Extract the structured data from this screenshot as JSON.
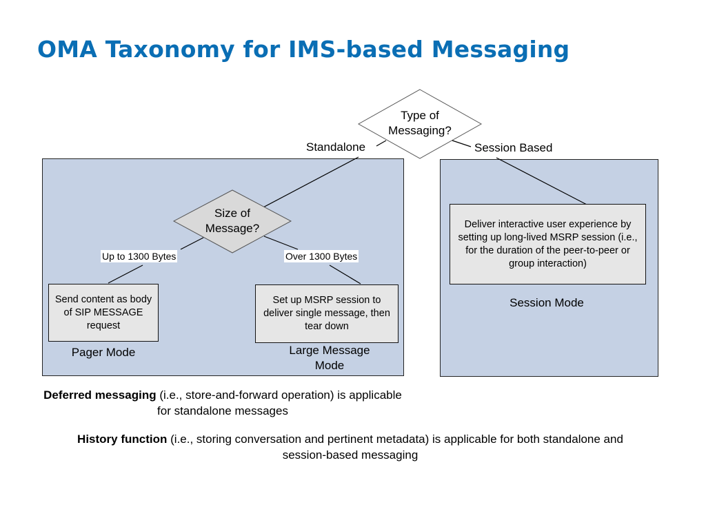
{
  "title": "OMA Taxonomy for IMS-based Messaging",
  "root": {
    "line1": "Type of",
    "line2": "Messaging?"
  },
  "branches": {
    "standalone": "Standalone",
    "session_based": "Session Based"
  },
  "size": {
    "line1": "Size of",
    "line2": "Message?"
  },
  "size_branches": {
    "small": "Up to 1300 Bytes",
    "large": "Over 1300 Bytes"
  },
  "pager": {
    "text": "Send content as body of SIP MESSAGE request",
    "mode": "Pager Mode"
  },
  "large_message": {
    "text": "Set up MSRP session to deliver single message, then tear down",
    "mode": "Large Message Mode"
  },
  "session": {
    "text": "Deliver interactive user experience by setting up long-lived MSRP session (i.e., for the duration of the peer-to-peer or group interaction)",
    "mode": "Session Mode"
  },
  "notes": {
    "deferred_bold": "Deferred messaging",
    "deferred_rest": "(i.e., store-and-forward operation) is applicable for standalone messages",
    "history_bold": "History function",
    "history_rest": "(i.e., storing conversation and pertinent metadata) is applicable for both standalone and session-based messaging"
  },
  "colors": {
    "title": "#0a6eb4",
    "panel": "#c5d1e4",
    "box": "#e6e6e6",
    "diamond": "#d9d9d9"
  }
}
